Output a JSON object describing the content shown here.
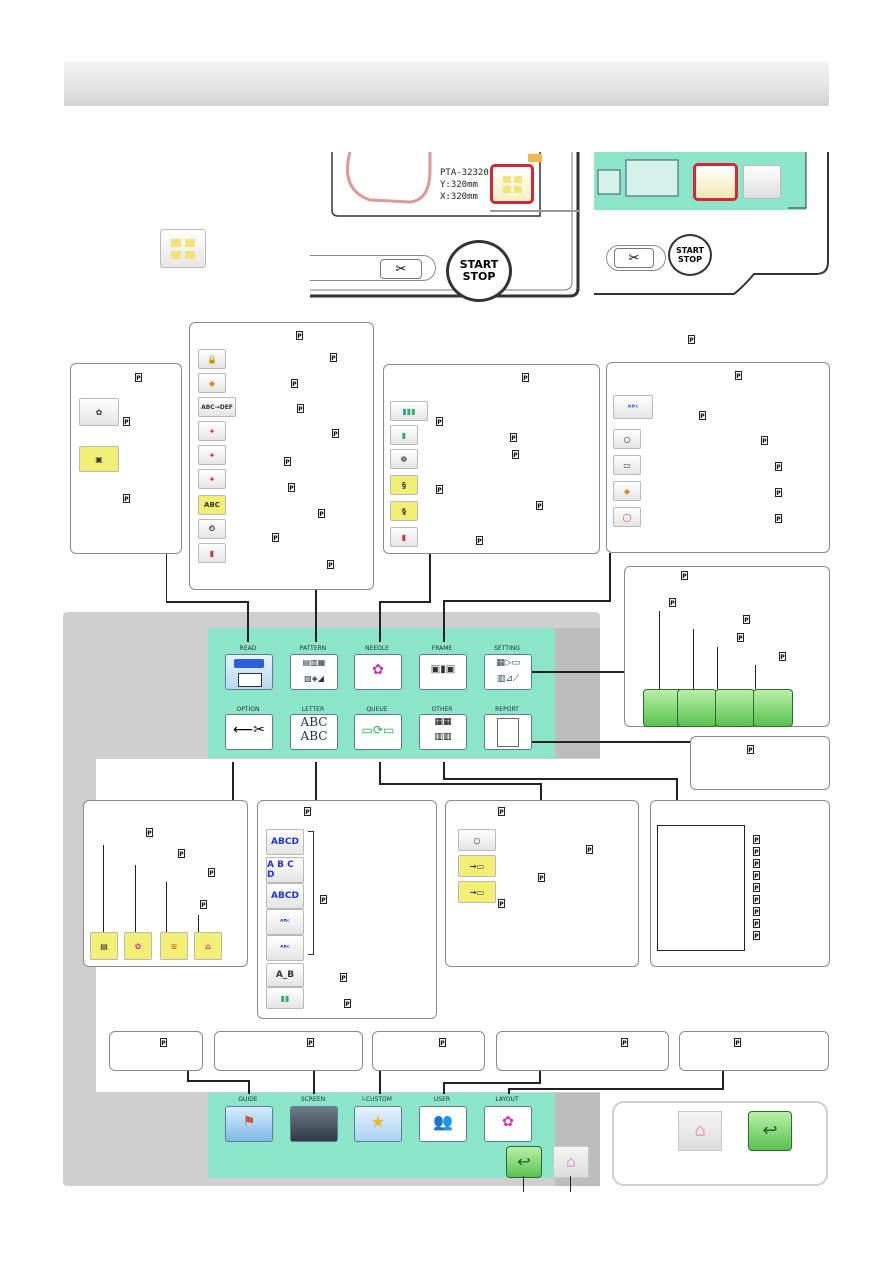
{
  "menu": {
    "top_row": [
      "READ",
      "PATTERN",
      "NEEDLE",
      "FRAME",
      "SETTING"
    ],
    "mid_row": [
      "OPTION",
      "LETTER",
      "QUEUE",
      "OTHER",
      "REPORT"
    ],
    "bottom_row": [
      "GUIDE",
      "SCREEN",
      "i-CUSTOM",
      "USER",
      "LAYOUT"
    ]
  },
  "device": {
    "model": "PTA-32320",
    "y_size": "Y:320mm",
    "x_size": "X:320mm",
    "start_line1": "START",
    "start_line2": "STOP"
  },
  "letter_samples": [
    "ABCD",
    "A_B"
  ],
  "letter_button_text": "ABC",
  "pattern_rows": [
    "ABC→DEF",
    "ABC"
  ],
  "icons": {
    "page_ref": "page-reference-icon",
    "home": "home-icon",
    "back": "back-arrow-icon",
    "scissors": "scissors-icon",
    "menu_key": "menu-icon"
  },
  "colors": {
    "screen": "#8ce5c8",
    "panel": "#cfcfcf",
    "accent_red": "#d2263a",
    "green_button": "#58c24f"
  }
}
